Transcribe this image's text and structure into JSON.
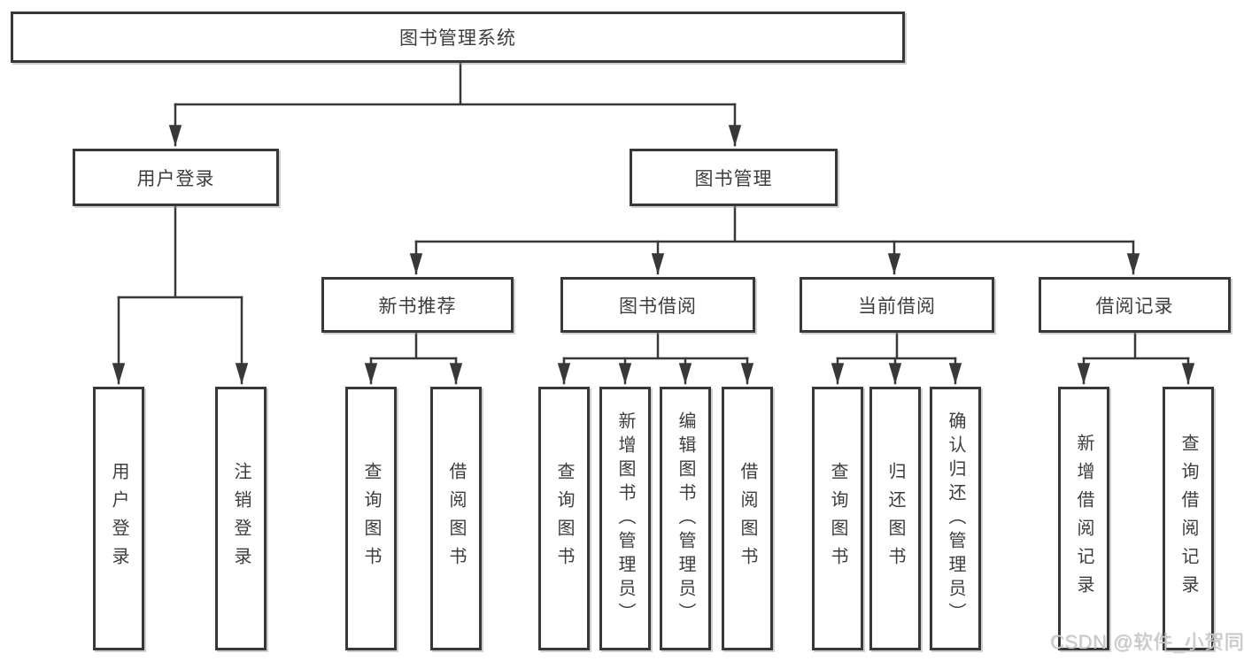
{
  "diagram": {
    "title": "图书管理系统",
    "background": "#ffffff",
    "line_color": "#383838",
    "text_color": "#3d3d3d",
    "watermark": {
      "text": "CSDN @软件_小贺同学",
      "color": "#c7c7c7"
    },
    "nodes": {
      "root": "图书管理系统",
      "user_login": "用户登录",
      "book_mgmt": "图书管理",
      "new_book_rec": "新书推荐",
      "book_borrow": "图书借阅",
      "current_borrow": "当前借阅",
      "borrow_records": "借阅记录",
      "leaf_user_login": "用户登录",
      "leaf_logout": "注销登录",
      "leaf_nbr_query": "查询图书",
      "leaf_nbr_borrow": "借阅图书",
      "leaf_bb_query": "查询图书",
      "leaf_bb_add": "新增图书（管理员）",
      "leaf_bb_edit": "编辑图书（管理员）",
      "leaf_bb_borrow": "借阅图书",
      "leaf_cb_query": "查询图书",
      "leaf_cb_return": "归还图书",
      "leaf_cb_confirm": "确认归还（管理员）",
      "leaf_br_add": "新增借阅记录",
      "leaf_br_query": "查询借阅记录"
    },
    "hierarchy": {
      "图书管理系统": {
        "用户登录": [
          "用户登录",
          "注销登录"
        ],
        "图书管理": {
          "新书推荐": [
            "查询图书",
            "借阅图书"
          ],
          "图书借阅": [
            "查询图书",
            "新增图书（管理员）",
            "编辑图书（管理员）",
            "借阅图书"
          ],
          "当前借阅": [
            "查询图书",
            "归还图书",
            "确认归还（管理员）"
          ],
          "借阅记录": [
            "新增借阅记录",
            "查询借阅记录"
          ]
        }
      }
    }
  }
}
